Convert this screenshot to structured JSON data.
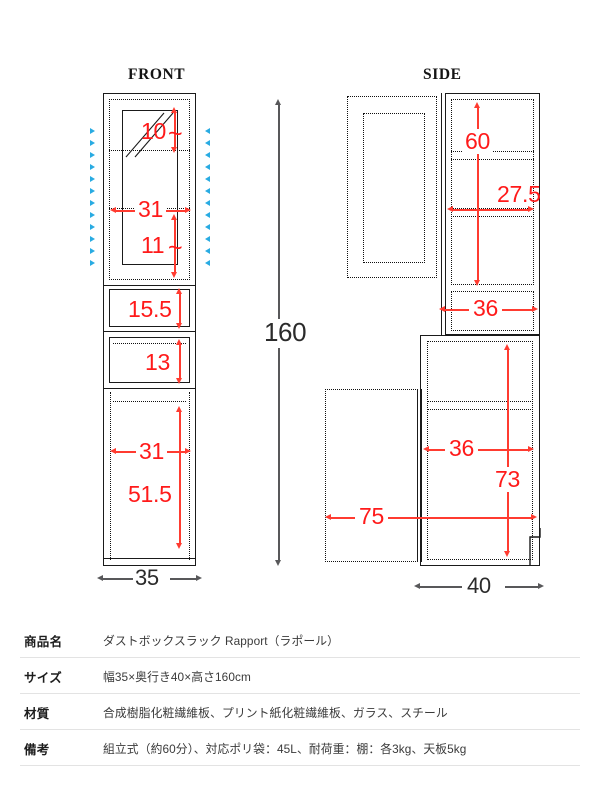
{
  "views": {
    "front": {
      "title": "FRONT"
    },
    "side": {
      "title": "SIDE"
    }
  },
  "front_dimensions": {
    "top_shelf_height": "10",
    "top_shelf_suffix": "~",
    "inner_width_upper": "31",
    "mid_shelf_height": "11",
    "mid_shelf_suffix": "~",
    "drawer1_height": "15.5",
    "drawer2_height": "13",
    "bottom_inner_width": "31",
    "bottom_inner_height": "51.5",
    "overall_height": "160",
    "overall_width": "35"
  },
  "side_dimensions": {
    "upper_inner_height": "60",
    "upper_inner_depth": "27.5",
    "upper_body_depth": "36",
    "lower_inner_depth": "36",
    "lower_inner_height": "73",
    "open_door_span": "75",
    "overall_depth": "40"
  },
  "spec": {
    "rows": [
      {
        "label": "商品名",
        "value": "ダストボックスラック Rapport（ラポール）"
      },
      {
        "label": "サイズ",
        "value": "幅35×奥行き40×高さ160cm"
      },
      {
        "label": "材質",
        "value": "合成樹脂化粧繊維板、プリント紙化粧繊維板、ガラス、スチール"
      },
      {
        "label": "備考",
        "value": "組立式（約60分）、対応ポリ袋：45L、耐荷重：棚：各3kg、天板5kg"
      }
    ]
  },
  "colors": {
    "dimension_red": "#ff1a1a",
    "dimension_grey": "#58585a",
    "marker_blue": "#29abe2",
    "line_black": "#1a1a1a",
    "background": "#ffffff"
  }
}
